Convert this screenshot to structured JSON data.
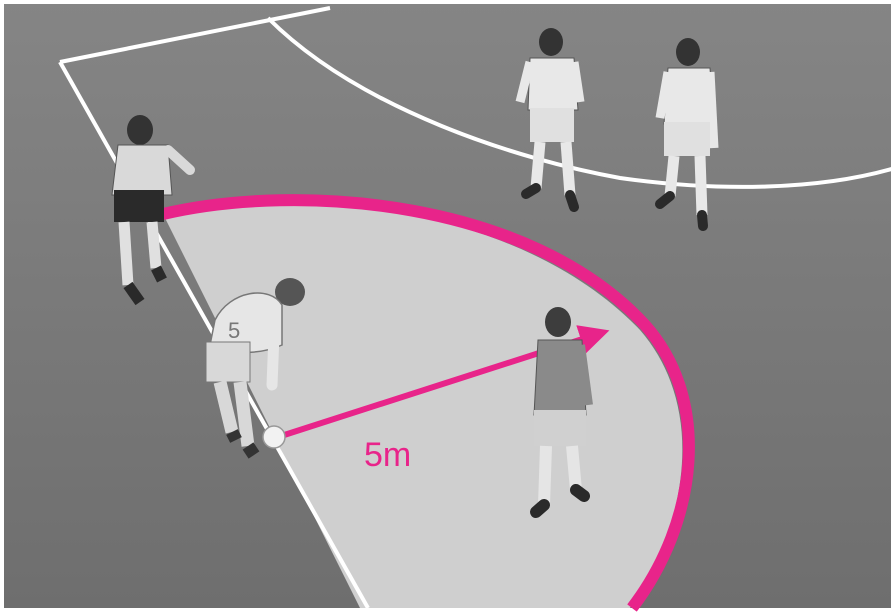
{
  "illustration": {
    "distance_label": "5m",
    "colors": {
      "court": "#7a7a7a",
      "court_dark": "#6a6a6a",
      "court_line": "#ffffff",
      "zone_fill": "#c9c9c9",
      "marker": "#e8248a"
    },
    "players": [
      {
        "name": "kicker",
        "number": "5"
      },
      {
        "name": "defender-near",
        "number": ""
      },
      {
        "name": "referee-left",
        "number": ""
      },
      {
        "name": "player-back-1",
        "number": ""
      },
      {
        "name": "player-back-2",
        "number": ""
      }
    ]
  }
}
